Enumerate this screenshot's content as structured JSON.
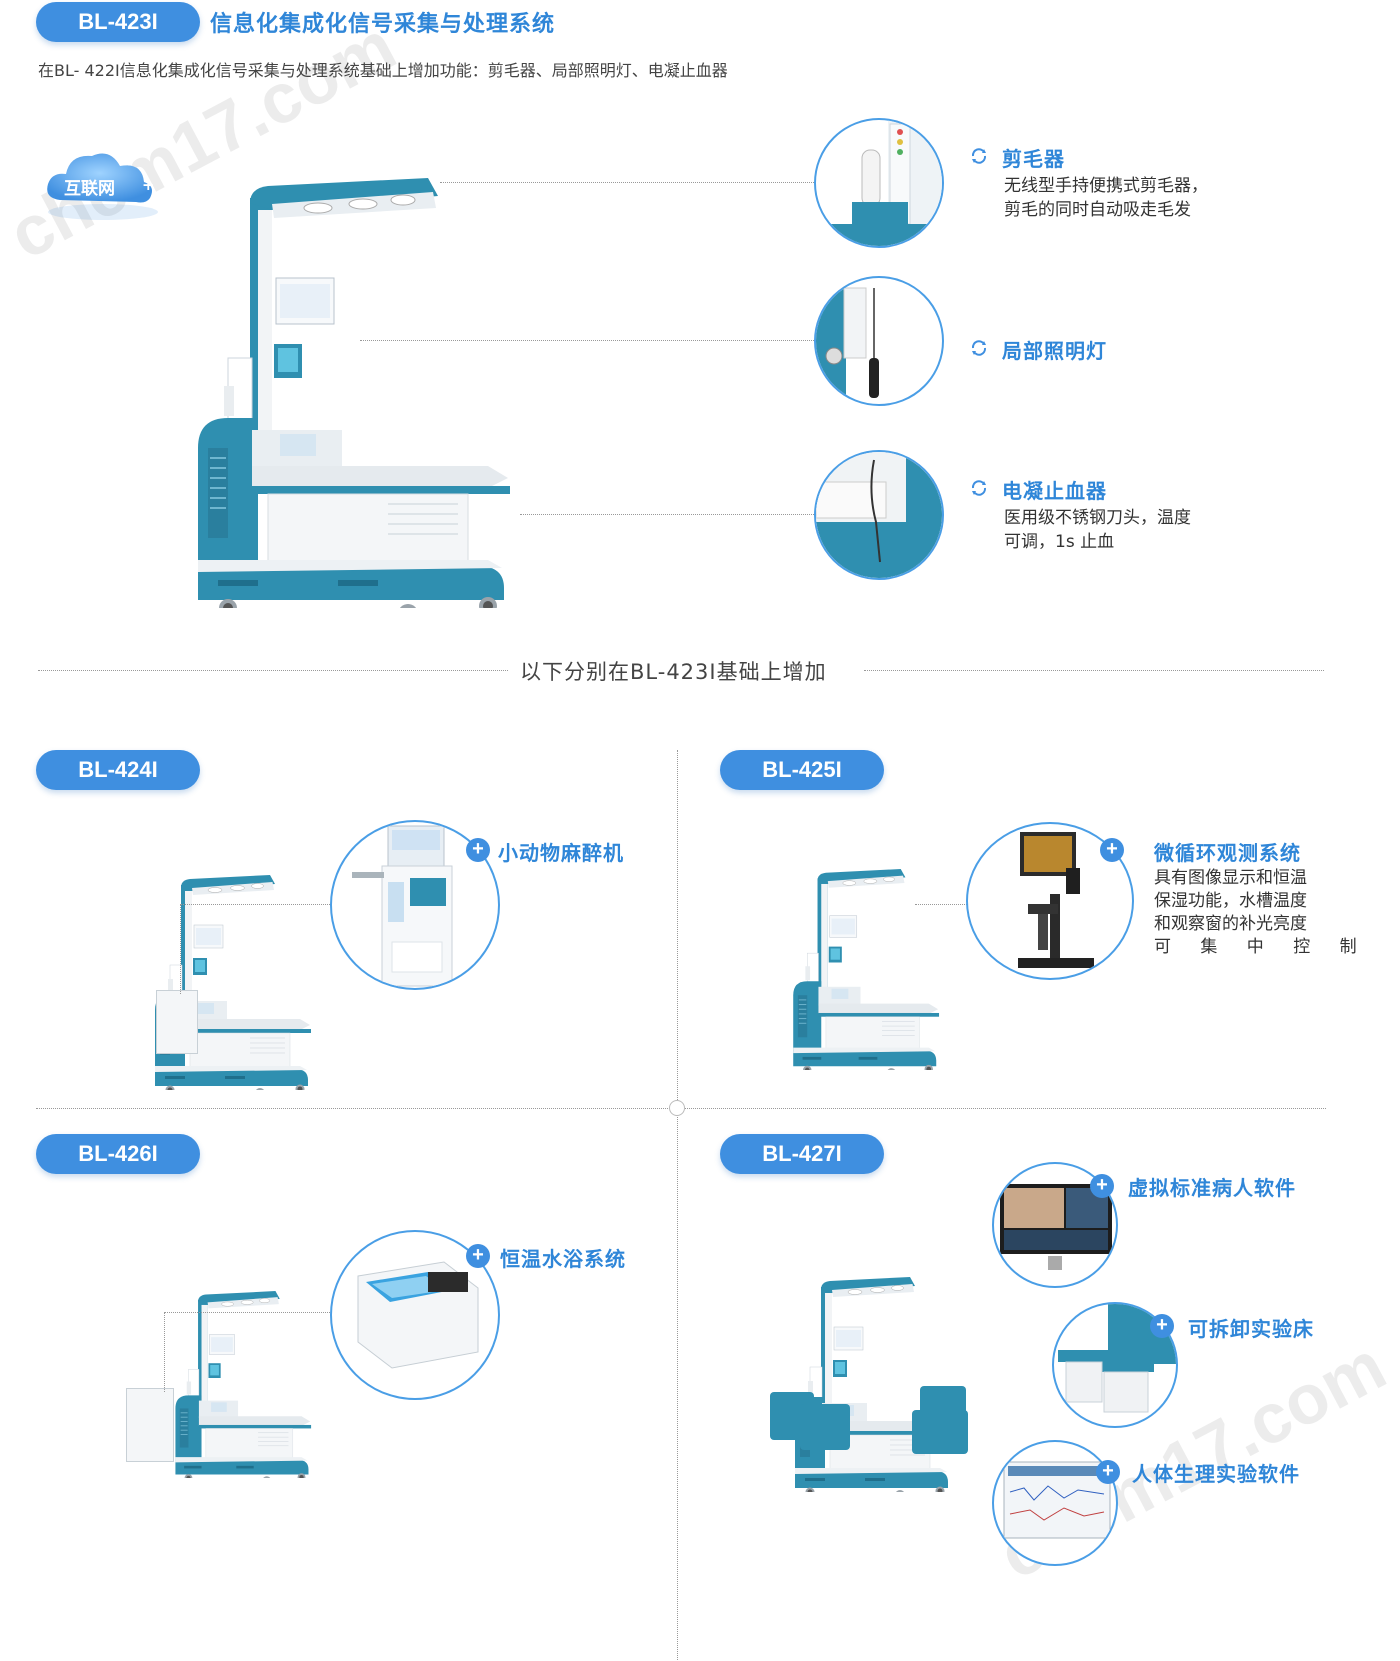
{
  "header": {
    "model": "BL-423I",
    "title": "信息化集成化信号采集与处理系统",
    "subtitle": "在BL- 422I信息化集成化信号采集与处理系统基础上增加功能：剪毛器、局部照明灯、电凝止血器"
  },
  "cloud_badge": {
    "label": "互联网",
    "plus": "+"
  },
  "features": [
    {
      "title": "剪毛器",
      "desc_line1": "无线型手持便携式剪毛器，",
      "desc_line2": "剪毛的同时自动吸走毛发"
    },
    {
      "title": "局部照明灯"
    },
    {
      "title": "电凝止血器",
      "desc_line1": "医用级不锈钢刀头，温度",
      "desc_line2": "可调，1s 止血"
    }
  ],
  "divider_text": "以下分别在BL-423I基础上增加",
  "sections": [
    {
      "model": "BL-424I",
      "addons": [
        {
          "title": "小动物麻醉机"
        }
      ]
    },
    {
      "model": "BL-425I",
      "addons": [
        {
          "title": "微循环观测系统",
          "desc_lines": [
            "具有图像显示和恒温",
            "保湿功能，水槽温度",
            "和观察窗的补光亮度",
            "可 集 中 控 制"
          ]
        }
      ]
    },
    {
      "model": "BL-426I",
      "addons": [
        {
          "title": "恒温水浴系统"
        }
      ]
    },
    {
      "model": "BL-427I",
      "addons": [
        {
          "title": "虚拟标准病人软件"
        },
        {
          "title": "可拆卸实验床"
        },
        {
          "title": "人体生理实验软件"
        }
      ]
    }
  ],
  "colors": {
    "accent": "#3f8fe0",
    "teal": "#2f8fb0",
    "title_blue": "#2f86d8"
  },
  "icons": [
    "sync-icon",
    "plus-icon",
    "cloud-icon"
  ]
}
